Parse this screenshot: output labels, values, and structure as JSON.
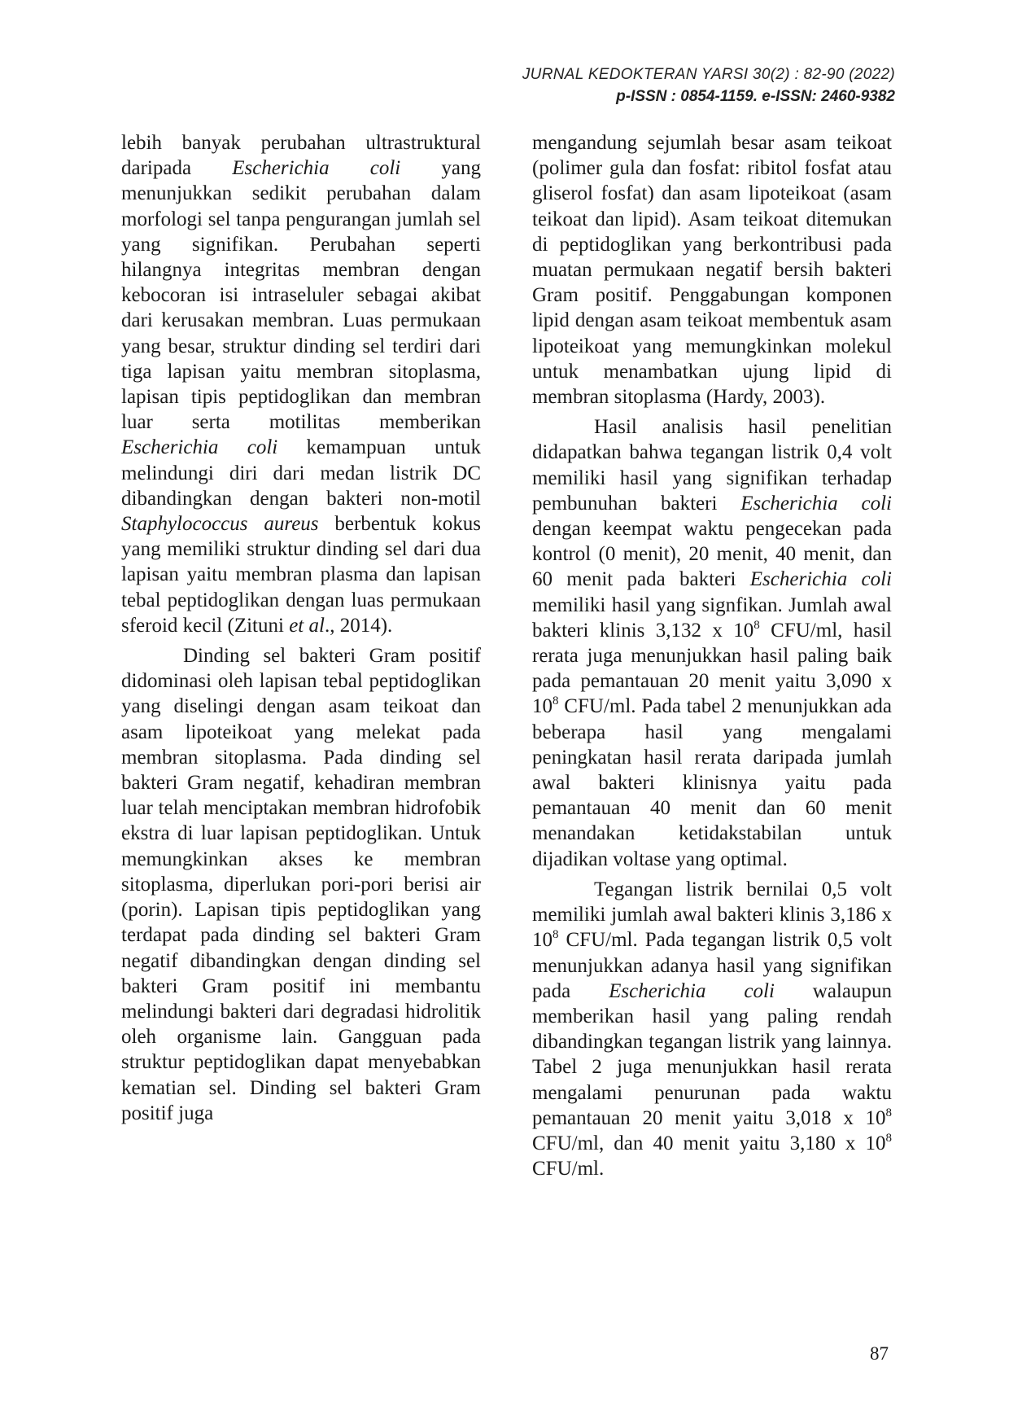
{
  "header": {
    "journal": "JURNAL KEDOKTERAN YARSI 30(2) : 82-90 (2022)",
    "issn": "p-ISSN : 0854-1159.  e-ISSN: 2460-9382"
  },
  "left_column": {
    "p1": {
      "a": "lebih banyak perubahan ultrastruktural daripada ",
      "b": "Escherichia coli",
      "c": " yang menunjukkan sedikit perubahan dalam morfologi sel tanpa pengurangan jumlah sel yang signifikan. Perubahan seperti hilangnya integritas membran dengan kebocoran isi intraseluler sebagai akibat dari kerusakan membran. Luas permukaan yang besar, struktur dinding sel terdiri dari tiga lapisan yaitu  membran sitoplasma, lapisan tipis peptidoglikan dan membran luar serta motilitas memberikan ",
      "d": "Escherichia coli",
      "e": " kemampuan untuk melindungi diri dari medan listrik DC dibandingkan dengan bakteri non-motil ",
      "f": "Staphylococcus aureus",
      "g": " berbentuk kokus yang memiliki struktur dinding sel dari dua lapisan yaitu membran plasma dan lapisan tebal peptidoglikan dengan luas permukaan sferoid kecil (Zituni ",
      "h": "et al",
      "i": "., 2014)."
    },
    "p2": "Dinding sel bakteri Gram positif didominasi oleh lapisan tebal peptidoglikan yang diselingi dengan asam teikoat dan asam lipoteikoat yang melekat pada membran sitoplasma. Pada dinding sel bakteri Gram negatif, kehadiran membran luar telah menciptakan membran hidrofobik ekstra di luar lapisan peptidoglikan. Untuk memungkinkan akses ke membran sitoplasma, diperlukan pori-pori berisi air (porin). Lapisan tipis peptidoglikan yang terdapat pada dinding sel bakteri Gram negatif dibandingkan dengan dinding sel bakteri Gram positif ini membantu melindungi bakteri dari degradasi hidrolitik oleh organisme lain. Gangguan pada struktur peptidoglikan dapat menyebabkan kematian sel. Dinding sel bakteri Gram positif juga"
  },
  "right_column": {
    "p1": "mengandung sejumlah besar asam teikoat (polimer gula dan fosfat: ribitol fosfat atau gliserol fosfat) dan asam lipoteikoat (asam teikoat dan lipid). Asam teikoat ditemukan di peptidoglikan yang berkontribusi pada muatan permukaan negatif bersih bakteri Gram positif. Penggabungan komponen lipid dengan asam teikoat membentuk asam lipoteikoat yang memungkinkan molekul untuk menambatkan ujung lipid di membran sitoplasma (Hardy, 2003).",
    "p2": {
      "a": "Hasil analisis hasil penelitian didapatkan bahwa tegangan listrik 0,4 volt memiliki hasil yang signifikan terhadap pembunuhan bakteri ",
      "b": "Escherichia coli",
      "c": " dengan keempat waktu pengecekan pada kontrol (0 menit), 20 menit, 40 menit, dan 60 menit pada bakteri ",
      "d": "Escherichia coli",
      "e": " memiliki hasil yang signfikan. Jumlah awal bakteri klinis 3,132 x 10",
      "f": "8",
      "g": " CFU/ml, hasil rerata juga menunjukkan hasil paling baik pada pemantauan 20 menit yaitu 3,090 x 10",
      "h": "8",
      "i": " CFU/ml. Pada tabel 2 menunjukkan ada beberapa hasil yang mengalami peningkatan hasil rerata daripada jumlah awal bakteri klinisnya yaitu pada pemantauan 40 menit dan 60 menit menandakan ketidakstabilan untuk dijadikan voltase yang optimal."
    },
    "p3": {
      "a": "Tegangan listrik bernilai 0,5 volt memiliki jumlah awal bakteri klinis 3,186 x 10",
      "b": "8",
      "c": " CFU/ml. Pada tegangan listrik 0,5 volt menunjukkan adanya hasil yang signifikan pada ",
      "d": "Escherichia coli",
      "e": " walaupun memberikan hasil yang paling rendah dibandingkan tegangan listrik yang lainnya. Tabel 2 juga menunjukkan hasil rerata mengalami penurunan pada waktu pemantauan 20 menit yaitu 3,018 x 10",
      "f": "8",
      "g": " CFU/ml, dan 40 menit yaitu 3,180 x 10",
      "h": "8",
      "i": " CFU/ml."
    }
  },
  "page_number": "87"
}
